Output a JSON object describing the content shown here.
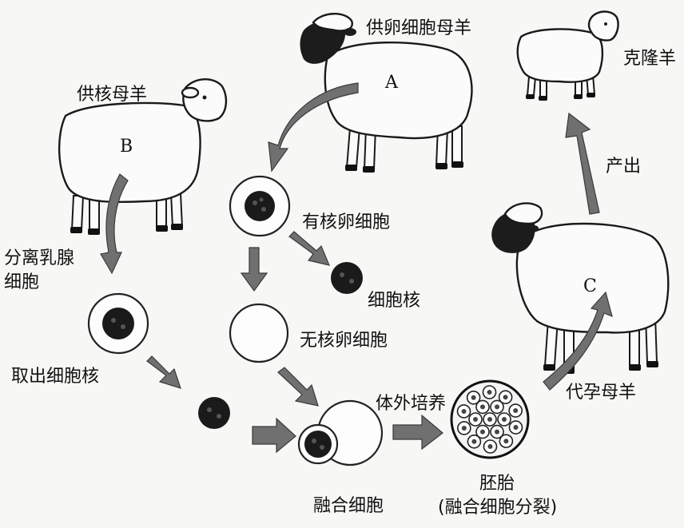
{
  "labels": {
    "donor_egg_ewe": "供卵细胞母羊",
    "donor_nucleus_ewe": "供核母羊",
    "clone_sheep": "克隆羊",
    "produce": "产出",
    "surrogate_ewe": "代孕母羊",
    "isolate_mammary": "分离乳腺",
    "cell_word": "细胞",
    "nucleated_egg": "有核卵细胞",
    "nucleus": "细胞核",
    "enucleated_egg": "无核卵细胞",
    "extract_nucleus": "取出细胞核",
    "in_vitro_culture": "体外培养",
    "fused_cell": "融合细胞",
    "embryo": "胚胎",
    "embryo_note": "(融合细胞分裂)",
    "letter_a": "A",
    "letter_b": "B",
    "letter_c": "C"
  }
}
